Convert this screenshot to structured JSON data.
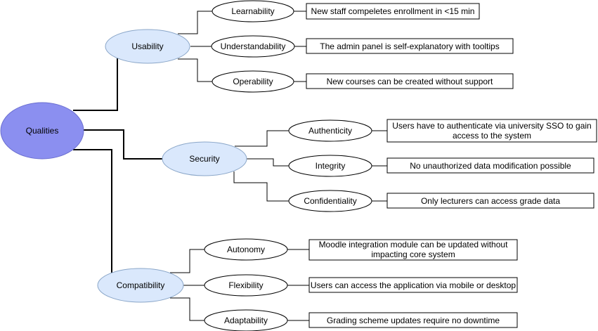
{
  "root": {
    "label": "Qualities"
  },
  "categories": [
    {
      "label": "Usability",
      "attributes": [
        {
          "label": "Learnability",
          "scenario": [
            "New staff compeletes enrollment in <15 min"
          ]
        },
        {
          "label": "Understandability",
          "scenario": [
            "The admin panel is self-explanatory with tooltips"
          ]
        },
        {
          "label": "Operability",
          "scenario": [
            "New courses can be created without support"
          ]
        }
      ]
    },
    {
      "label": "Security",
      "attributes": [
        {
          "label": "Authenticity",
          "scenario": [
            "Users have to authenticate via university SSO to gain",
            "access to the system"
          ]
        },
        {
          "label": "Integrity",
          "scenario": [
            "No unauthorized data modification possible"
          ]
        },
        {
          "label": "Confidentiality",
          "scenario": [
            "Only lecturers can access grade data"
          ]
        }
      ]
    },
    {
      "label": "Compatibility",
      "attributes": [
        {
          "label": "Autonomy",
          "scenario": [
            "Moodle integration module can be updated without",
            "impacting core system"
          ]
        },
        {
          "label": "Flexibility",
          "scenario": [
            "Users can access the application via mobile or desktop"
          ]
        },
        {
          "label": "Adaptability",
          "scenario": [
            "Grading scheme updates require no downtime"
          ]
        }
      ]
    }
  ],
  "colors": {
    "root_fill": "#8b8ff0",
    "root_stroke": "#6b6fd0",
    "category_fill": "#dae8fc",
    "category_stroke": "#8aa6c8",
    "line": "#000000"
  }
}
